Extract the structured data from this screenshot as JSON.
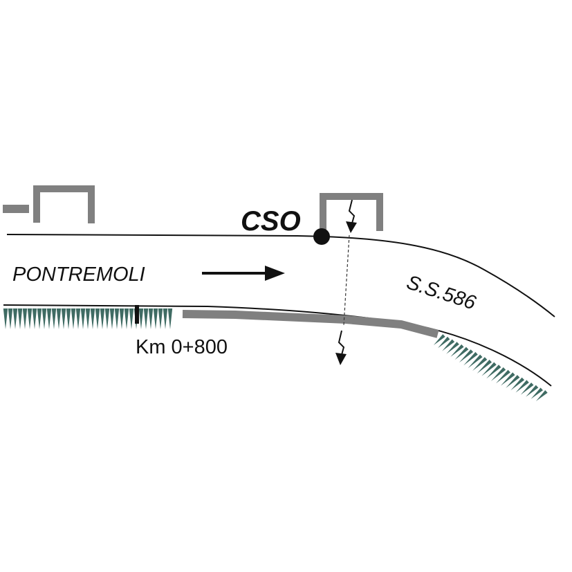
{
  "labels": {
    "cso": "CSO",
    "town": "PONTREMOLI",
    "road": "S.S.586",
    "chainage": "Km 0+800"
  },
  "colors": {
    "background": "#ffffff",
    "road_line": "#111111",
    "building": "#808080",
    "retaining_wall": "#808080",
    "embankment": "#3f6b63",
    "arrow": "#111111",
    "dashed": "#333333"
  },
  "icons": {
    "flow_arrow": "arrow-right-icon",
    "cso_point": "filled-circle-icon",
    "discharge": "lightning-down-arrow-icon",
    "embankment": "hatch-triangles",
    "building": "building-outline",
    "chainage_tick": "tick-mark"
  }
}
